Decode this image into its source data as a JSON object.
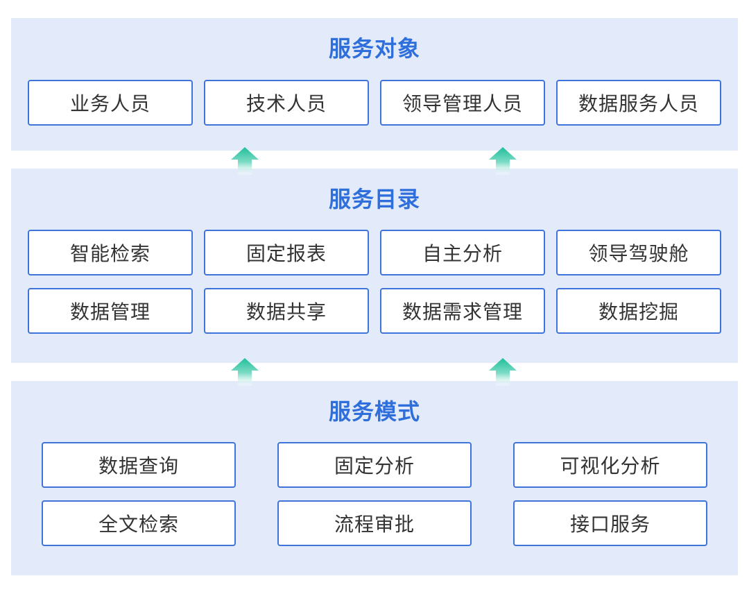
{
  "service_objects": {
    "title": "服务对象",
    "items": [
      "业务人员",
      "技术人员",
      "领导管理人员",
      "数据服务人员"
    ]
  },
  "service_catalog": {
    "title": "服务目录",
    "items": [
      "智能检索",
      "固定报表",
      "自主分析",
      "领导驾驶舱",
      "数据管理",
      "数据共享",
      "数据需求管理",
      "数据挖掘"
    ]
  },
  "service_modes": {
    "title": "服务模式",
    "items": [
      "数据查询",
      "固定分析",
      "可视化分析",
      "全文检索",
      "流程审批",
      "接口服务"
    ]
  },
  "colors": {
    "panel_background": "#e3ebfb",
    "title": "#2f6fdc",
    "box_border": "#3d73db",
    "arrow_top": "#1fbf9a",
    "arrow_bottom": "#ffffff"
  },
  "icons": {
    "flow_arrow": "up-arrow-icon"
  }
}
